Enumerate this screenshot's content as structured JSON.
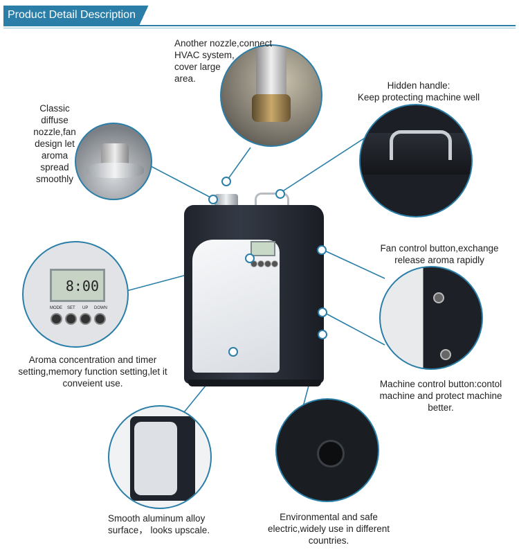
{
  "header": {
    "title": "Product Detail Description"
  },
  "callouts": {
    "hvac_nozzle": {
      "lines": [
        "Another nozzle,connect",
        "HVAC system,",
        "cover large",
        "area."
      ]
    },
    "diffuse_nozzle": {
      "lines": [
        "Classic",
        "diffuse",
        "nozzle,fan",
        "design let",
        "aroma",
        "spread",
        "smoothly"
      ]
    },
    "hidden_handle": {
      "lines": [
        "Hidden handle:",
        "Keep protecting machine well"
      ]
    },
    "fan_button": {
      "lines": [
        "Fan control button,exchange",
        "release aroma rapidly"
      ]
    },
    "timer": {
      "lines": [
        "Aroma concentration and timer",
        "setting,memory function setting,let it",
        "conveient use."
      ]
    },
    "machine_button": {
      "lines": [
        "Machine control button:contol",
        "machine and protect machine",
        "better."
      ]
    },
    "aluminum": {
      "lines": [
        "Smooth aluminum alloy",
        "surface， looks upscale."
      ]
    },
    "electric": {
      "lines": [
        "Environmental and safe",
        "electric,widely use in different",
        "countries."
      ]
    }
  },
  "timer_panel": {
    "display": "8:00",
    "buttons": [
      "MODE",
      "SET",
      "UP",
      "DOWN"
    ]
  },
  "colors": {
    "accent": "#2a7ea8",
    "device_body": "#1f232b",
    "panel": "#e6e9ec"
  }
}
